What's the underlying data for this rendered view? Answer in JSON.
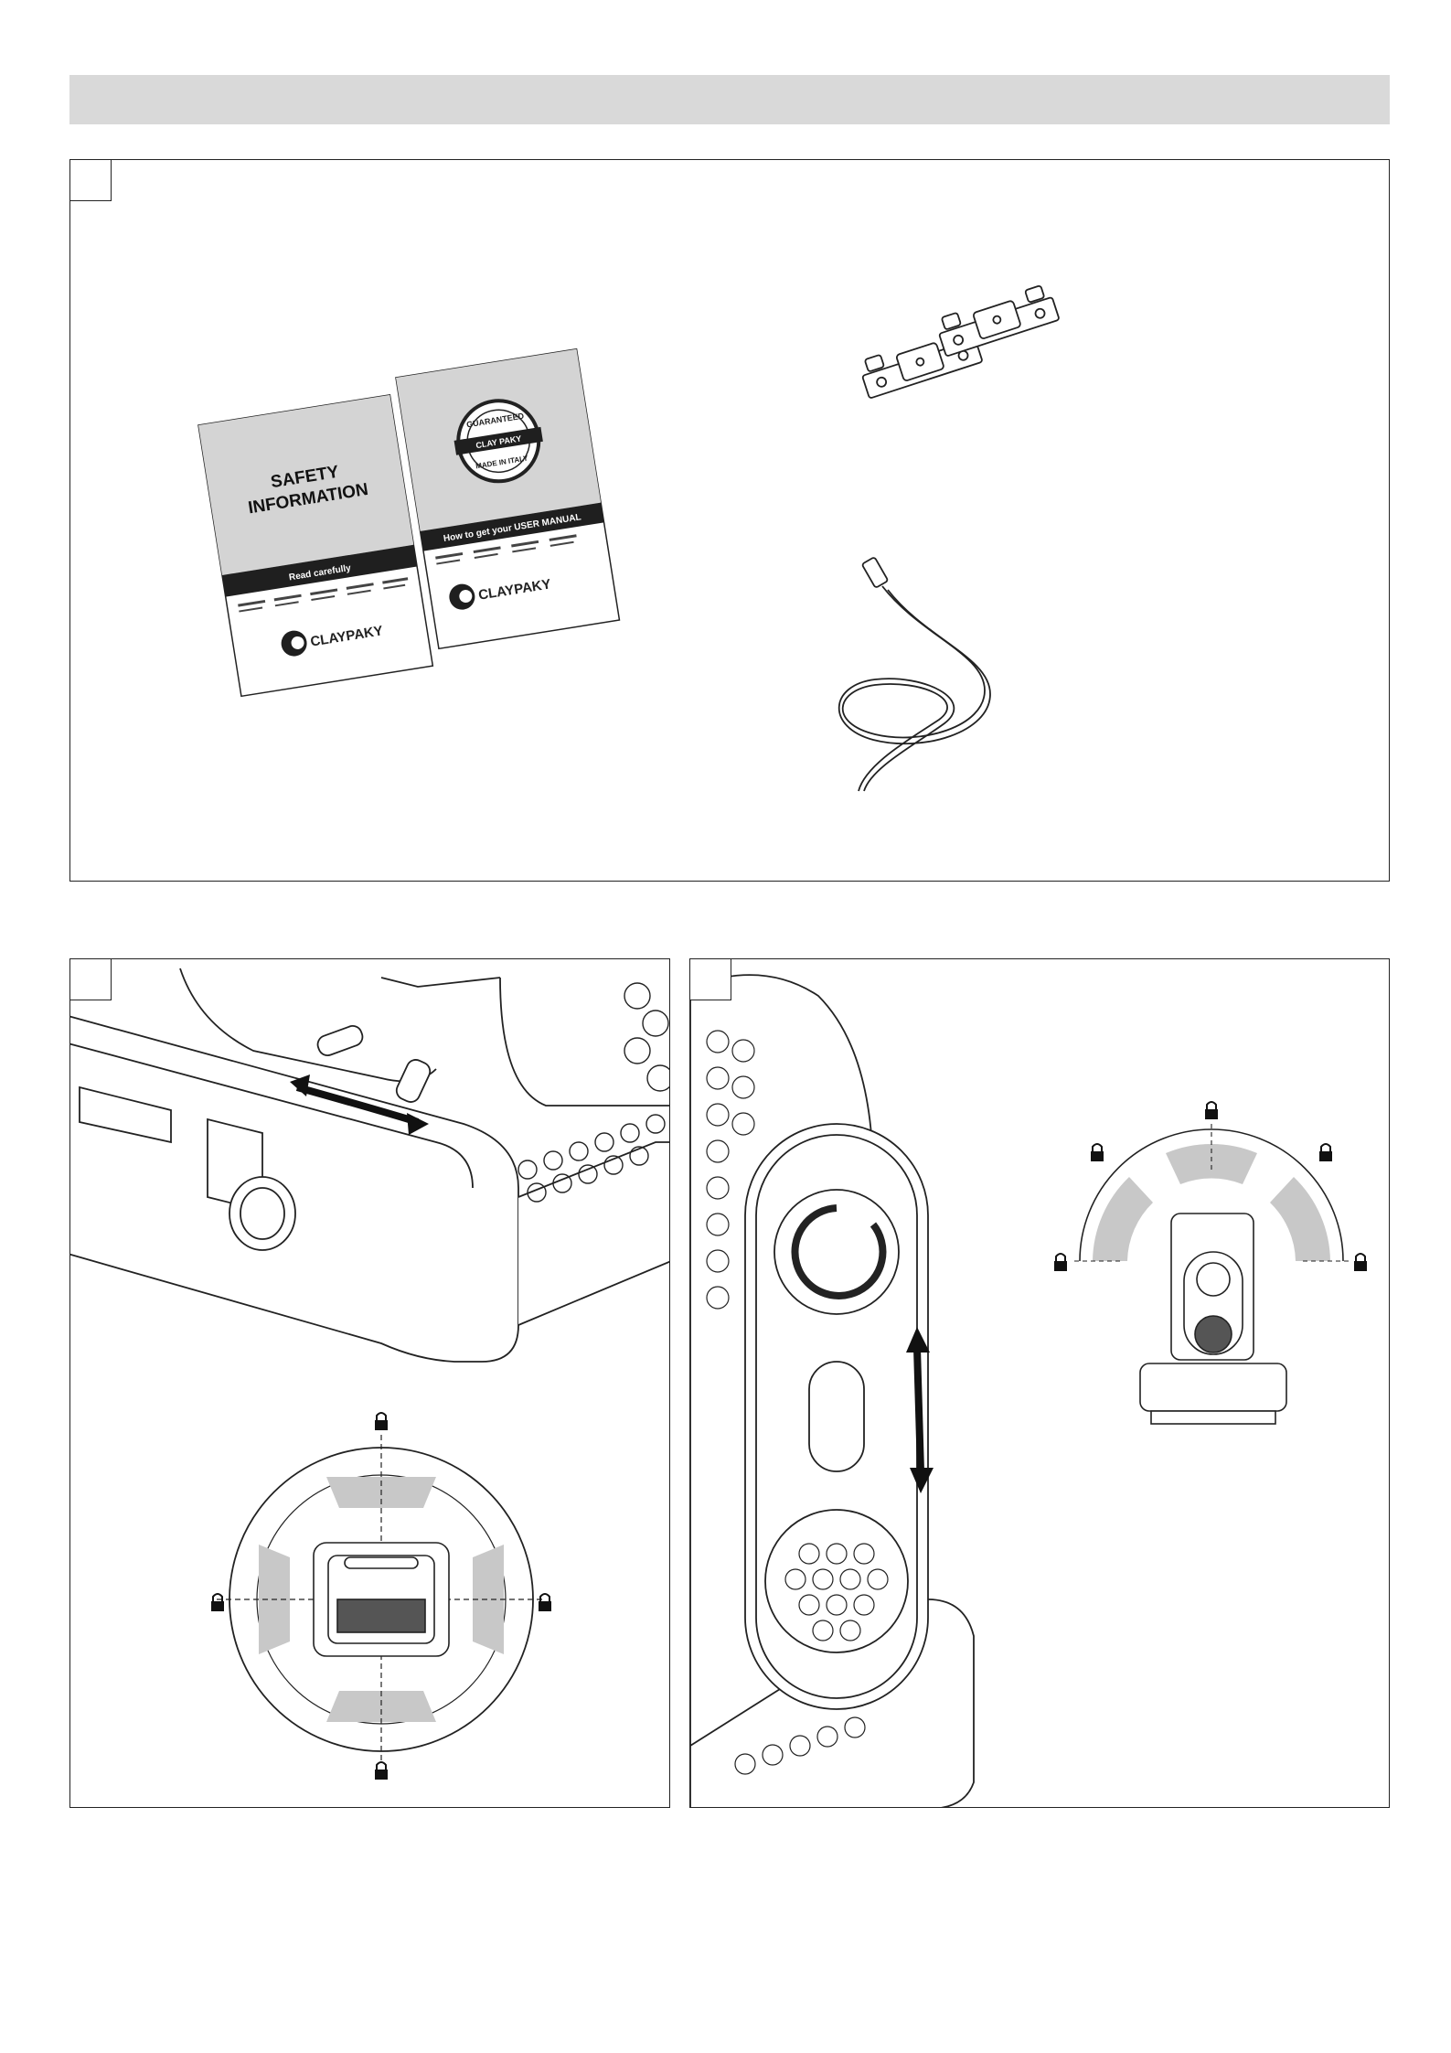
{
  "colors": {
    "header_bar": "#d9d9d9",
    "booklet": "#d4d4d4",
    "band": "#1f1f1f",
    "lock_zone": "#c8c8c8",
    "line": "#222222"
  },
  "booklet_safety": {
    "title_line1": "SAFETY",
    "title_line2": "INFORMATION",
    "band_text": "Read carefully",
    "brand": "CLAYPAKY"
  },
  "booklet_manual": {
    "seal_top": "GUARANTEED",
    "seal_middle": "CLAY PAKY",
    "seal_bottom": "MADE IN ITALY",
    "band_text": "How to get your USER MANUAL",
    "brand": "CLAYPAKY"
  },
  "icons": [
    "safety-booklet",
    "manual-booklet",
    "omega-bracket",
    "power-cable",
    "lock-icon",
    "double-arrow-icon",
    "fixture-base",
    "fixture-arm"
  ]
}
